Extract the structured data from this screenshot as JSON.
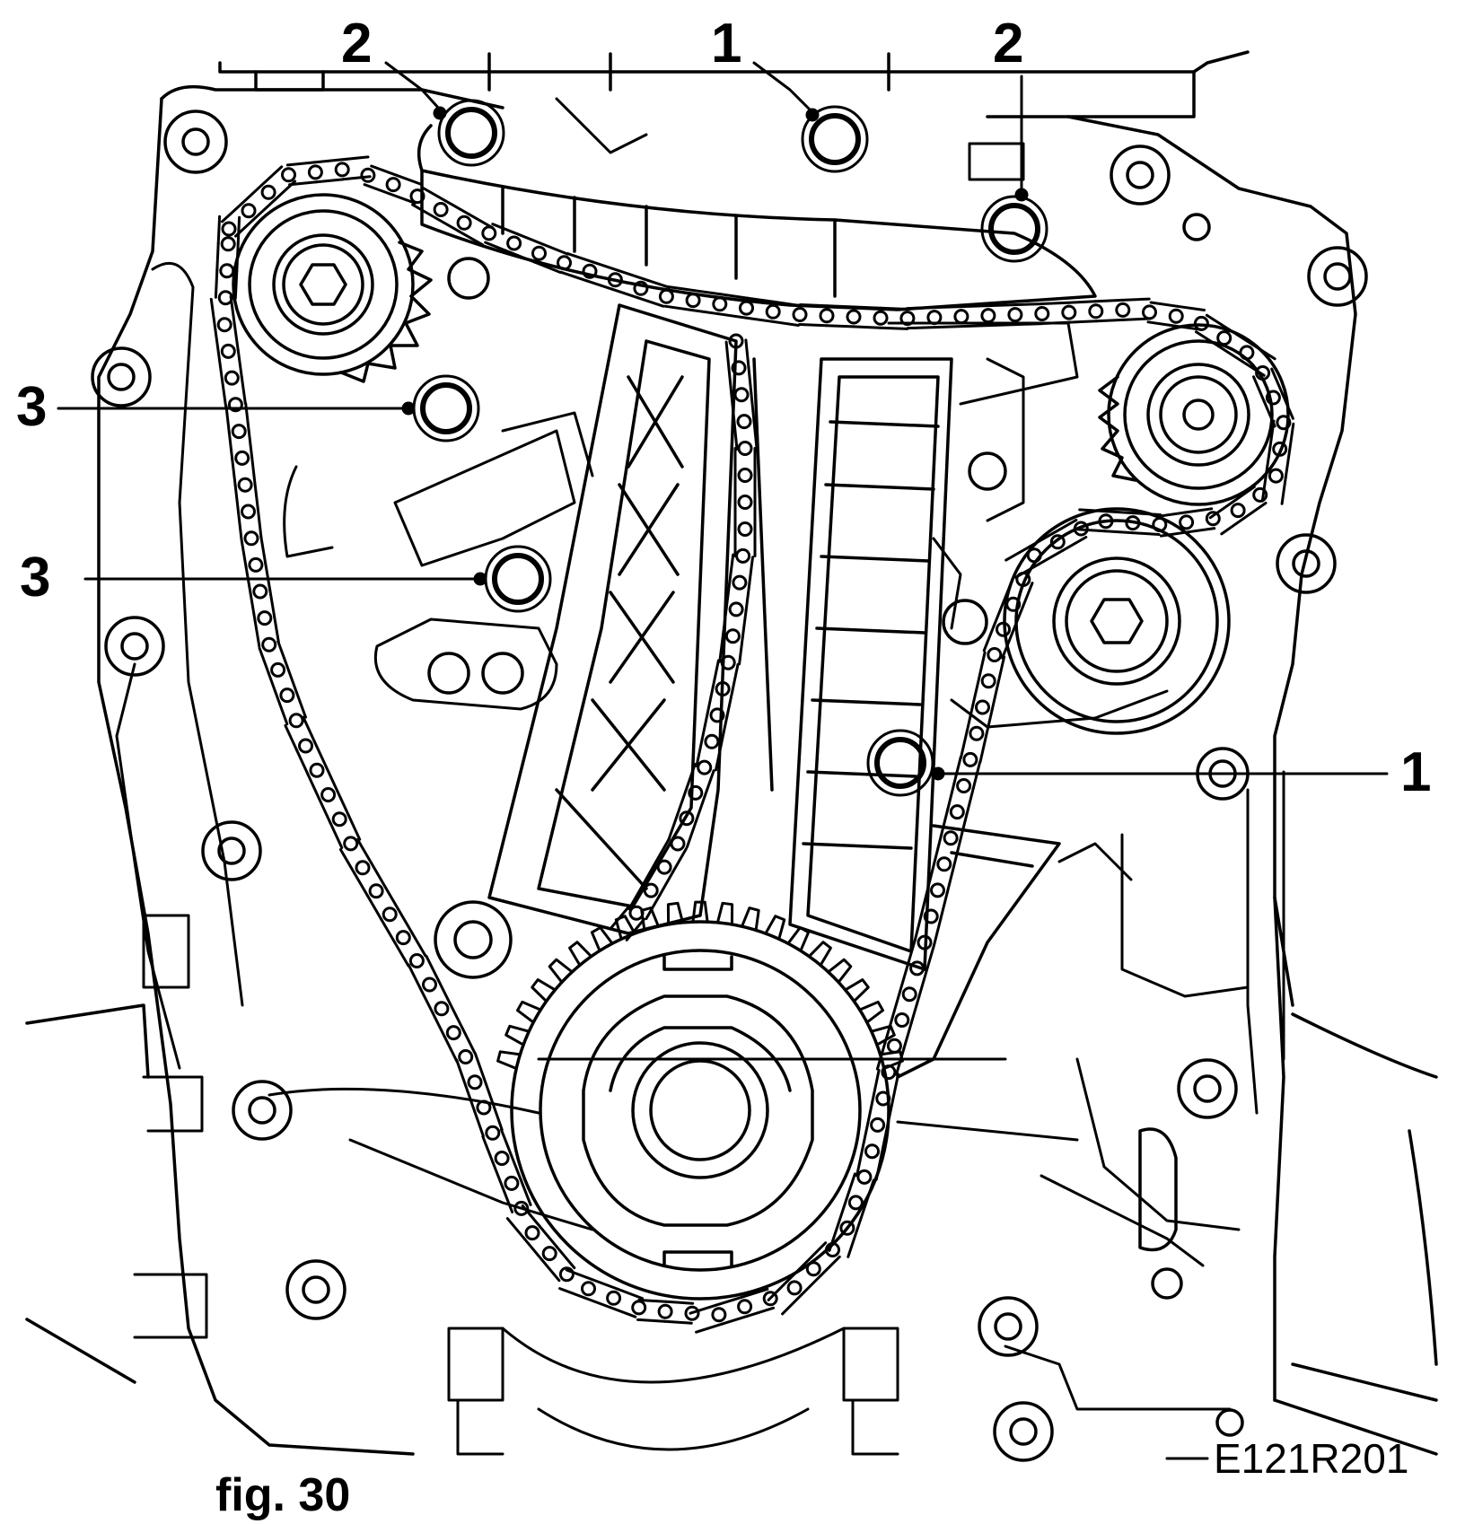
{
  "figure": {
    "caption": "fig. 30",
    "reference_code": "E121R201"
  },
  "callouts": [
    {
      "id": "top-left",
      "label": "2"
    },
    {
      "id": "top-middle",
      "label": "1"
    },
    {
      "id": "top-right",
      "label": "2"
    },
    {
      "id": "left-upper",
      "label": "3"
    },
    {
      "id": "left-lower",
      "label": "3"
    },
    {
      "id": "right",
      "label": "1"
    }
  ]
}
